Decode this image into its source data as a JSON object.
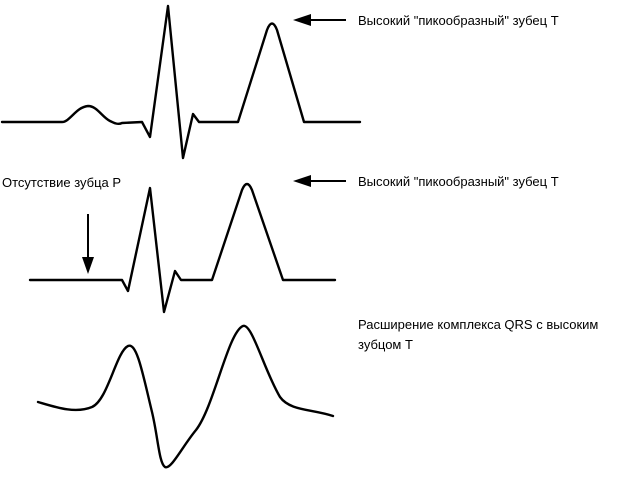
{
  "diagram": {
    "type": "ecg-traces",
    "background_color": "#ffffff",
    "line_color": "#000000",
    "labels": {
      "trace1_annotation": "Высокий \"пикообразный\" зубец Т",
      "trace2_annotation": "Высокий \"пикообразный\" зубец Т",
      "trace2_p_absence": "Отсутствие зубца P",
      "trace3_annotation": "Расширение комплекса QRS с высоким зубцом Т"
    },
    "traces": [
      {
        "name": "ecg-trace-1",
        "features": "P wave, narrow QRS, tall peaked T wave"
      },
      {
        "name": "ecg-trace-2",
        "features": "absent P wave, narrow QRS, tall peaked T wave"
      },
      {
        "name": "ecg-trace-3",
        "features": "widened QRS complex with tall T wave"
      }
    ]
  }
}
